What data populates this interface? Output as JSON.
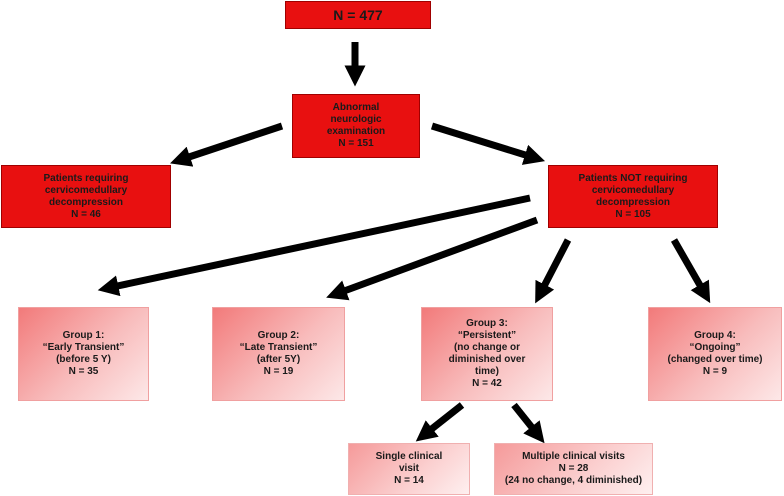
{
  "total": {
    "lines": [
      "N = 477"
    ]
  },
  "abnormal": {
    "lines": [
      "Abnormal",
      "neurologic",
      "examination",
      "N = 151"
    ]
  },
  "requiring": {
    "lines": [
      "Patients requiring",
      "cervicomedullary",
      "decompression",
      "N = 46"
    ]
  },
  "not_requiring": {
    "lines": [
      "Patients NOT requiring",
      "cervicomedullary",
      "decompression",
      "N = 105"
    ]
  },
  "group1": {
    "lines": [
      "Group 1:",
      "“Early Transient”",
      "(before 5 Y)",
      "N = 35"
    ]
  },
  "group2": {
    "lines": [
      "Group 2:",
      "“Late Transient”",
      "(after 5Y)",
      "N = 19"
    ]
  },
  "group3": {
    "lines": [
      "Group 3:",
      "“Persistent”",
      "(no change or",
      "diminished over",
      "time)",
      "N = 42"
    ]
  },
  "group4": {
    "lines": [
      "Group 4:",
      "“Ongoing”",
      "(changed over time)",
      "N = 9"
    ]
  },
  "single_visit": {
    "lines": [
      "Single clinical",
      "visit",
      "N = 14"
    ]
  },
  "multiple_visits": {
    "lines": [
      "Multiple clinical visits",
      "N = 28",
      "(24 no change, 4 diminished)"
    ]
  },
  "colors": {
    "node_red": "#e81010",
    "node_pink": "#f8bcbc",
    "arrow": "#000000"
  }
}
